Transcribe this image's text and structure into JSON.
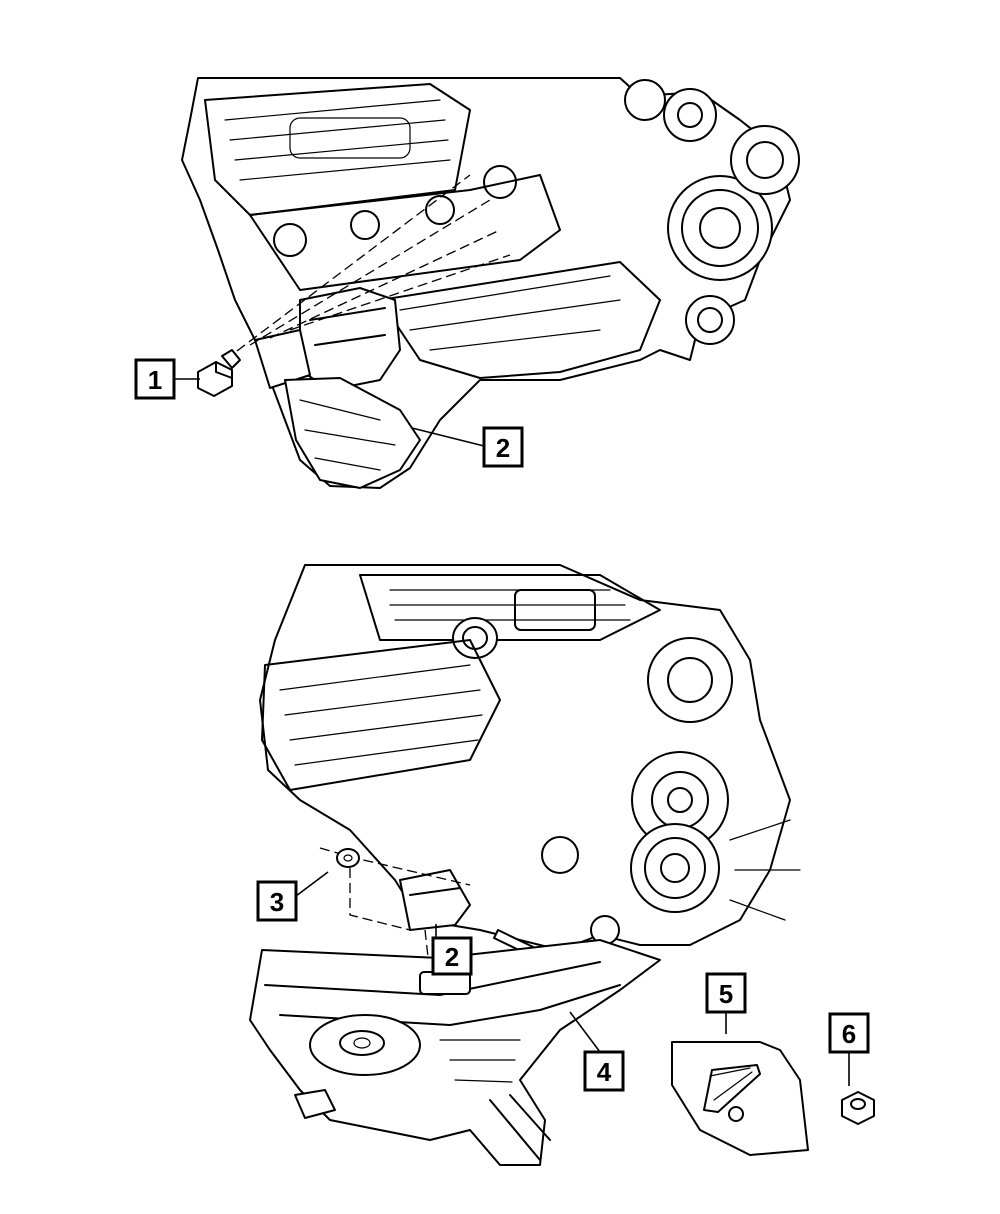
{
  "callouts": [
    {
      "id": "1",
      "label": "1"
    },
    {
      "id": "2a",
      "label": "2"
    },
    {
      "id": "2b",
      "label": "2"
    },
    {
      "id": "3",
      "label": "3"
    },
    {
      "id": "4",
      "label": "4"
    },
    {
      "id": "5",
      "label": "5"
    },
    {
      "id": "6",
      "label": "6"
    }
  ]
}
